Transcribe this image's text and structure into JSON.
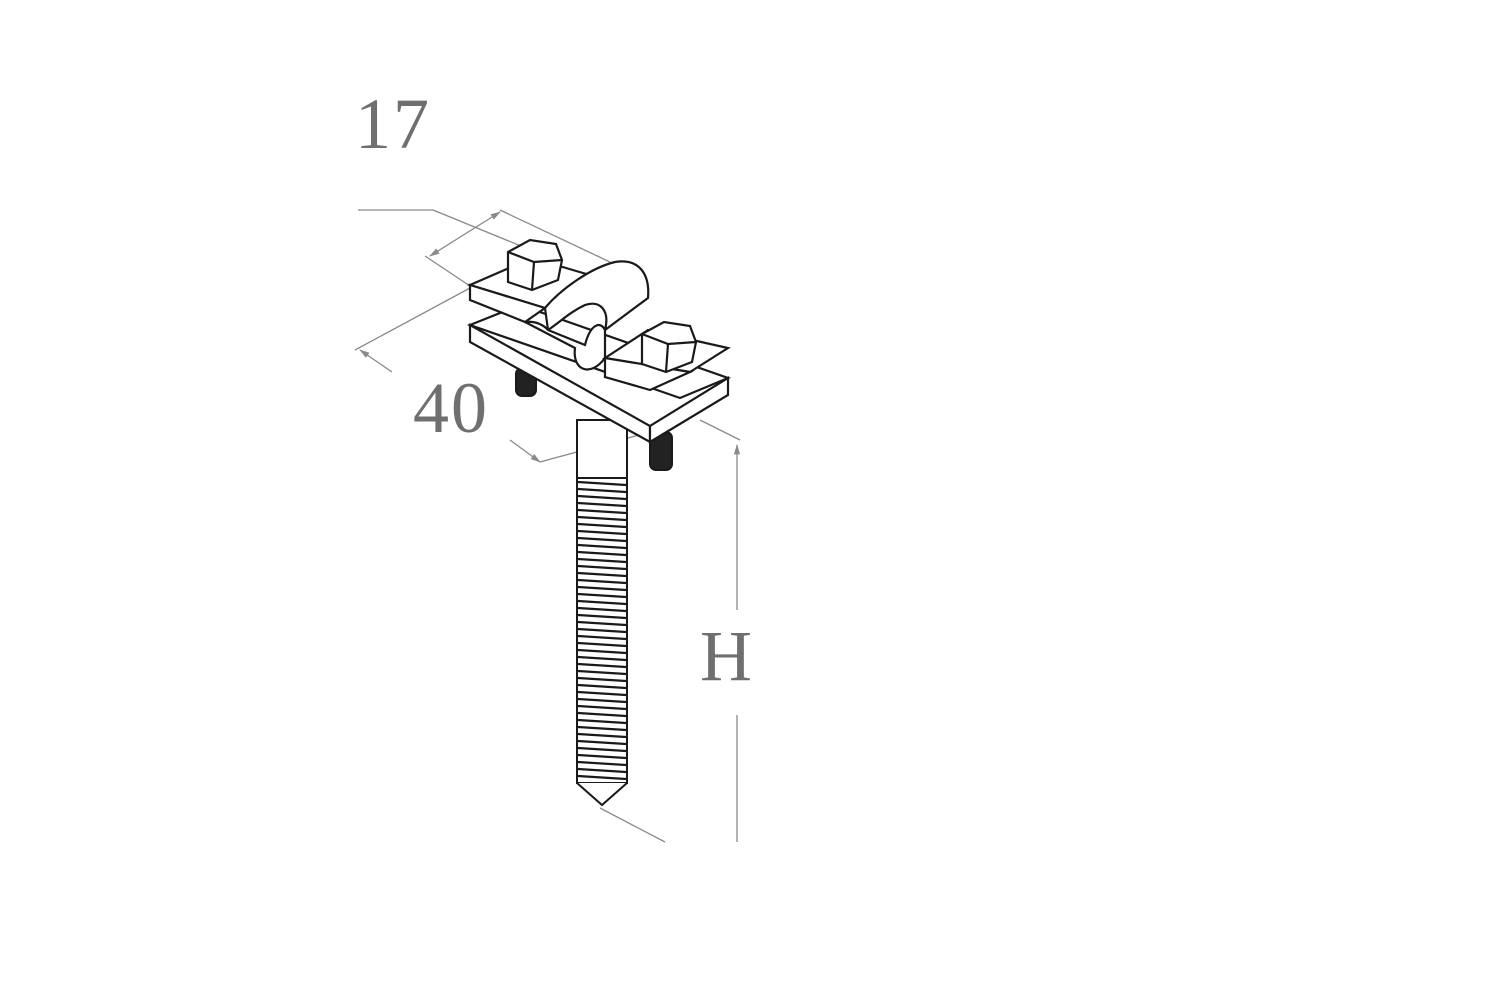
{
  "dimensions": {
    "width_label": "17",
    "length_label": "40",
    "height_label": "H"
  },
  "colors": {
    "line": "#1a1a1a",
    "dimension_line": "#8a8a8a",
    "label": "#6f6f6f",
    "background": "#ffffff"
  }
}
